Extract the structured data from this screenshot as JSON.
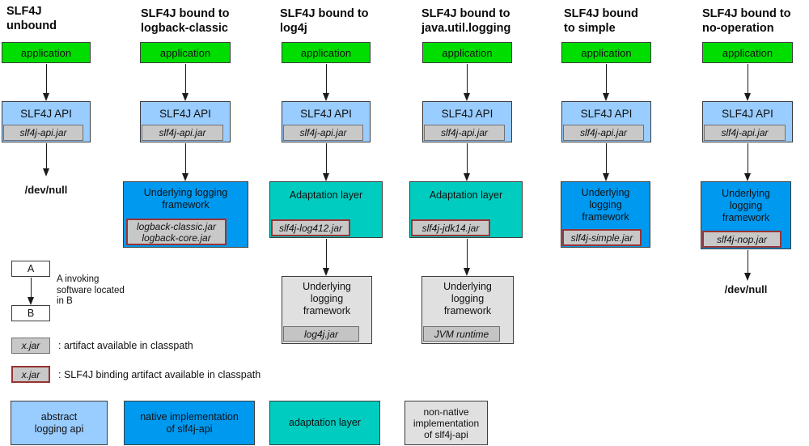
{
  "colors": {
    "application": "#00DE00",
    "abstract_api": "#99CCFF",
    "native_impl": "#0099F0",
    "adaptation": "#00CCC0",
    "non_native": "#E0E0E0",
    "jar_bg": "#C8C8C8",
    "binding_border": "#993333"
  },
  "columns": [
    {
      "title_lines": [
        "SLF4J",
        "unbound"
      ],
      "application_label": "application",
      "api_label": "SLF4J API",
      "api_jar": "slf4j-api.jar",
      "sink": "/dev/null"
    },
    {
      "title_lines": [
        "SLF4J bound to",
        "logback-classic"
      ],
      "application_label": "application",
      "api_label": "SLF4J API",
      "api_jar": "slf4j-api.jar",
      "framework_lines": [
        "Underlying logging",
        "framework"
      ],
      "framework_jar_lines": [
        "logback-classic.jar",
        "logback-core.jar"
      ]
    },
    {
      "title_lines": [
        "SLF4J bound to",
        "log4j"
      ],
      "application_label": "application",
      "api_label": "SLF4J API",
      "api_jar": "slf4j-api.jar",
      "adaptation_label": "Adaptation layer",
      "adaptation_jar": "slf4j-log412.jar",
      "framework_lines": [
        "Underlying",
        "logging",
        "framework"
      ],
      "framework_jar": "log4j.jar"
    },
    {
      "title_lines": [
        "SLF4J bound to",
        "java.util.logging"
      ],
      "application_label": "application",
      "api_label": "SLF4J API",
      "api_jar": "slf4j-api.jar",
      "adaptation_label": "Adaptation layer",
      "adaptation_jar": "slf4j-jdk14.jar",
      "framework_lines": [
        "Underlying",
        "logging",
        "framework"
      ],
      "framework_jar": "JVM runtime"
    },
    {
      "title_lines": [
        "SLF4J bound",
        "to simple"
      ],
      "application_label": "application",
      "api_label": "SLF4J API",
      "api_jar": "slf4j-api.jar",
      "framework_lines": [
        "Underlying",
        "logging",
        "framework"
      ],
      "framework_jar": "slf4j-simple.jar"
    },
    {
      "title_lines": [
        "SLF4J bound to",
        "no-operation"
      ],
      "application_label": "application",
      "api_label": "SLF4J API",
      "api_jar": "slf4j-api.jar",
      "framework_lines": [
        "Underlying",
        "logging",
        "framework"
      ],
      "framework_jar": "slf4j-nop.jar",
      "sink": "/dev/null"
    }
  ],
  "legend": {
    "invoke": {
      "a": "A",
      "b": "B",
      "caption_lines": [
        "A invoking",
        "software located",
        "in B"
      ]
    },
    "artifact": {
      "box": "x.jar",
      "caption": ": artifact available in classpath"
    },
    "binding": {
      "box": "x.jar",
      "caption": ": SLF4J binding artifact available in classpath"
    },
    "color_boxes": [
      {
        "lines": [
          "abstract",
          "logging api"
        ]
      },
      {
        "lines": [
          "native implementation",
          "of slf4j-api"
        ]
      },
      {
        "lines": [
          "adaptation layer"
        ]
      },
      {
        "lines": [
          "non-native",
          "implementation",
          "of slf4j-api"
        ]
      }
    ]
  }
}
